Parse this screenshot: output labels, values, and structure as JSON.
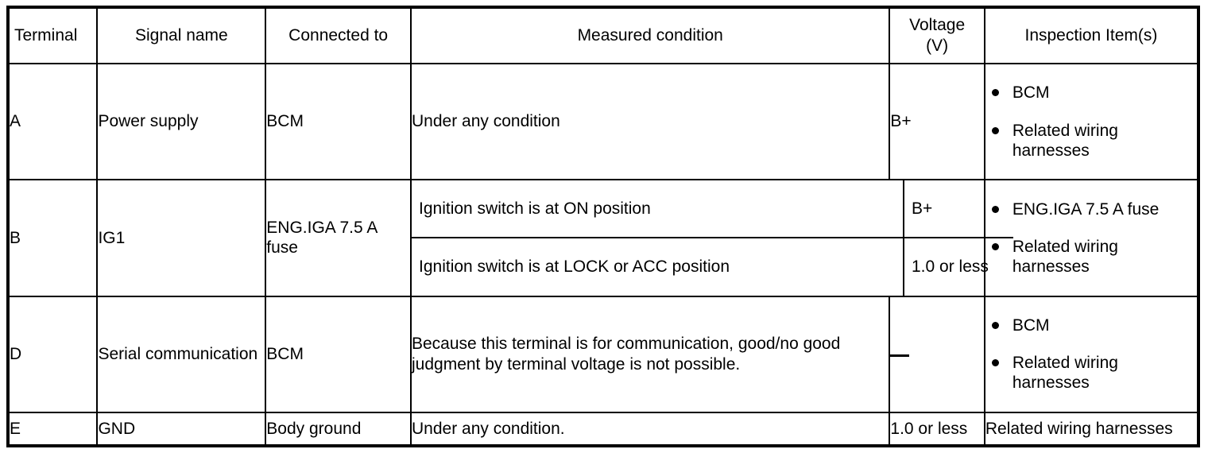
{
  "table": {
    "columns": [
      {
        "key": "terminal",
        "label": "Terminal"
      },
      {
        "key": "signal",
        "label": "Signal name"
      },
      {
        "key": "connected",
        "label": "Connected to"
      },
      {
        "key": "measured",
        "label": "Measured condition"
      },
      {
        "key": "voltage",
        "label_line1": "Voltage",
        "label_line2": "(V)"
      },
      {
        "key": "inspection",
        "label": "Inspection Item(s)"
      }
    ],
    "rows": [
      {
        "terminal": "A",
        "signal": "Power supply",
        "connected": "BCM",
        "measured": "Under any condition",
        "voltage": "B+",
        "inspection_items": [
          "BCM",
          "Related wiring harnesses"
        ]
      },
      {
        "terminal": "B",
        "signal": "IG1",
        "connected": "ENG.IGA 7.5 A fuse",
        "sub_rows": [
          {
            "measured": "Ignition switch is at ON position",
            "voltage": "B+"
          },
          {
            "measured": "Ignition switch is at LOCK or ACC position",
            "voltage": "1.0 or less"
          }
        ],
        "inspection_items": [
          "ENG.IGA 7.5 A fuse",
          "Related wiring harnesses"
        ]
      },
      {
        "terminal": "D",
        "signal": "Serial communication",
        "connected": "BCM",
        "measured": "Because this terminal is for communication, good/no good judgment by terminal voltage is not possible.",
        "voltage": "—",
        "voltage_is_dash": true,
        "inspection_items": [
          "BCM",
          "Related wiring harnesses"
        ]
      },
      {
        "terminal": "E",
        "signal": "GND",
        "connected": "Body ground",
        "measured": "Under any condition.",
        "voltage": "1.0 or less",
        "inspection_plain": "Related wiring harnesses"
      }
    ]
  },
  "colors": {
    "border": "#000000",
    "background": "#ffffff",
    "text": "#000000"
  }
}
